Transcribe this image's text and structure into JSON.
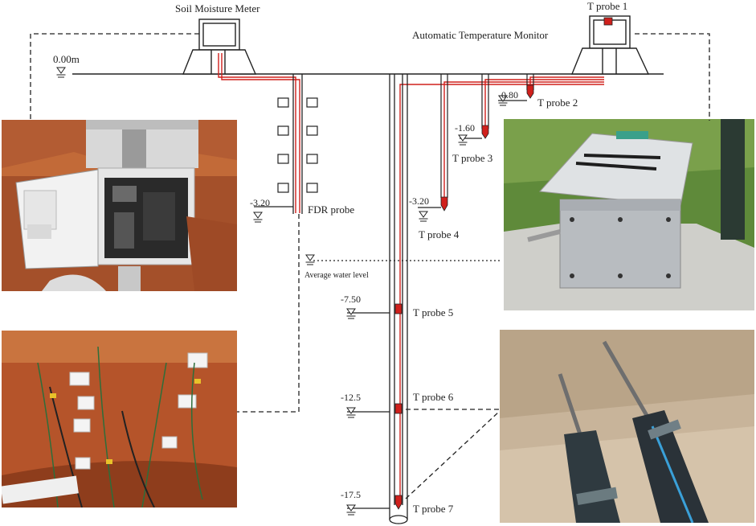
{
  "labels": {
    "soil_moisture_meter": "Soil Moisture Meter",
    "automatic_temperature_monitor": "Automatic Temperature Monitor",
    "ground_level": "0.00m",
    "fdr_probe": "FDR probe",
    "average_water_level": "Average water level"
  },
  "depths": {
    "fdr": "-3.20",
    "probe2": "-0.80",
    "probe3": "-1.60",
    "probe4": "-3.20",
    "probe5": "-7.50",
    "probe6": "-12.5",
    "probe7": "-17.5"
  },
  "probes": {
    "p1": "T probe 1",
    "p2": "T probe 2",
    "p3": "T probe 3",
    "p4": "T probe 4",
    "p5": "T probe 5",
    "p6": "T probe 6",
    "p7": "T probe 7"
  },
  "colors": {
    "cable": "#d0201c",
    "line": "#222222",
    "soil": "#b5542a",
    "grass": "#4f7a2c",
    "metal": "#b8bcc0"
  }
}
